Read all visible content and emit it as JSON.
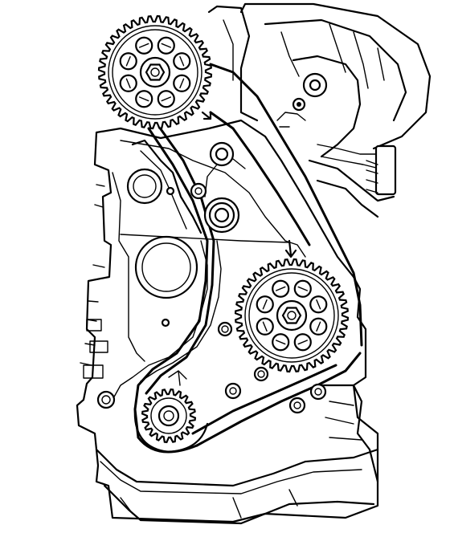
{
  "diagram": {
    "type": "engine timing belt line drawing",
    "stroke_color": "#000000",
    "background_color": "#ffffff",
    "components": {
      "camshaft_sprocket": {
        "icon": "sprocket-icon",
        "teeth": 40,
        "lightening_holes": 8
      },
      "injection_pump_sprocket": {
        "icon": "sprocket-icon",
        "teeth": 40,
        "lightening_holes": 8
      },
      "crankshaft_sprocket": {
        "icon": "sprocket-icon",
        "teeth": 20
      },
      "timing_belt": {
        "icon": "belt-icon"
      },
      "tensioner_pulley": {
        "icon": "pulley-icon"
      },
      "timing_marks": {
        "icon": "arrow-icon",
        "count": 2
      }
    }
  }
}
